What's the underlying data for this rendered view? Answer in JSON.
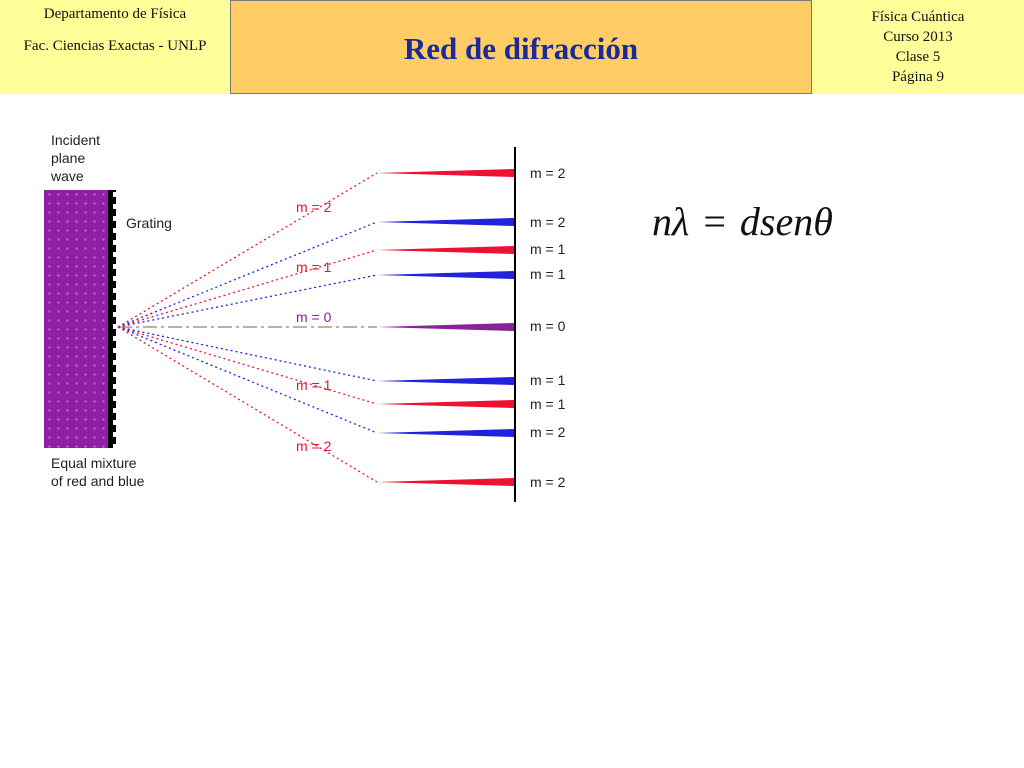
{
  "header": {
    "left_line1": "Departamento de Física",
    "left_line2": "Fac. Ciencias Exactas - UNLP",
    "title": "Red de difracción",
    "right_line1": "Física Cuántica",
    "right_line2": "Curso 2013",
    "right_line3": "Clase 5",
    "right_line4": "Página 9"
  },
  "formula": {
    "lhs": "nλ",
    "eq": "=",
    "rhs": "dsenθ"
  },
  "diagram": {
    "incident_label": [
      "Incident",
      "plane",
      "wave"
    ],
    "grating_label": "Grating",
    "mixture_label": [
      "Equal mixture",
      "of red and blue"
    ],
    "colors": {
      "red": "#ee1133",
      "blue": "#2222dd",
      "purple": "#882299",
      "center": "#aa9977"
    },
    "beams": [
      {
        "color": "red",
        "order": "m = 2",
        "screen_label": "m = 2",
        "mid_label": "m = 2"
      },
      {
        "color": "blue",
        "order": "m = 2",
        "screen_label": "m = 2",
        "mid_label": ""
      },
      {
        "color": "red",
        "order": "m = 1",
        "screen_label": "m = 1",
        "mid_label": "m = 1"
      },
      {
        "color": "blue",
        "order": "m = 1",
        "screen_label": "m = 1",
        "mid_label": ""
      },
      {
        "color": "purple",
        "order": "m = 0",
        "screen_label": "m = 0",
        "mid_label": "m = 0"
      },
      {
        "color": "blue",
        "order": "m = 1",
        "screen_label": "m = 1",
        "mid_label": ""
      },
      {
        "color": "red",
        "order": "m = 1",
        "screen_label": "m = 1",
        "mid_label": "m = 1"
      },
      {
        "color": "blue",
        "order": "m = 2",
        "screen_label": "m = 2",
        "mid_label": ""
      },
      {
        "color": "red",
        "order": "m = 2",
        "screen_label": "m = 2",
        "mid_label": "m = 2"
      }
    ]
  }
}
